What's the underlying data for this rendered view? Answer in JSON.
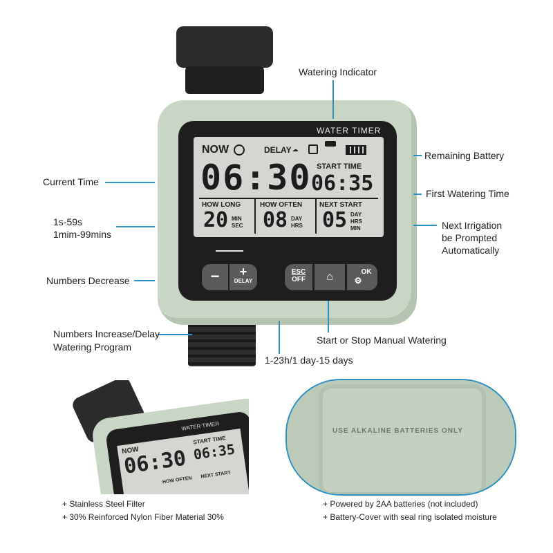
{
  "device": {
    "brand_label": "WATER TIMER",
    "lcd": {
      "now_label": "NOW",
      "delay_label": "DELAY",
      "current_time": "06:30",
      "start_time_label": "START TIME",
      "start_time": "06:35",
      "how_long_label": "HOW LONG",
      "how_long_value": "20",
      "how_long_unit1": "MIN",
      "how_long_unit2": "SEC",
      "how_often_label": "HOW OFTEN",
      "how_often_value": "08",
      "how_often_unit1": "DAY",
      "how_often_unit2": "HRS",
      "next_start_label": "NEXT START",
      "next_start_value": "05",
      "next_start_unit1": "DAY",
      "next_start_unit2": "HRS",
      "next_start_unit3": "MIN"
    },
    "buttons": {
      "minus": "−",
      "plus": "+",
      "delay": "DELAY",
      "esc": "ESC",
      "off": "OFF",
      "ok": "OK"
    }
  },
  "callouts": {
    "watering_indicator": "Watering Indicator",
    "remaining_battery": "Remaining Battery",
    "current_time": "Current Time",
    "first_watering_time": "First Watering Time",
    "range_seconds": "1s-59s",
    "range_minutes": "1mim-99mins",
    "next_irrigation_1": "Next Irrigation",
    "next_irrigation_2": "be Prompted",
    "next_irrigation_3": "Automatically",
    "numbers_decrease": "Numbers Decrease",
    "numbers_increase_1": "Numbers Increase/Delay",
    "numbers_increase_2": "Watering Program",
    "start_stop": "Start or Stop Manual Watering",
    "range_days": "1-23h/1 day-15 days"
  },
  "bottom_left": {
    "bullet_1": "+ Stainless Steel Filter",
    "bullet_2": "+ 30% Reinforced Nylon Fiber Material 30%",
    "mini_brand": "WATER TIMER",
    "mini_now": "NOW",
    "mini_time": "06:30",
    "mini_start_label": "START TIME",
    "mini_start": "06:35",
    "mini_how_often": "HOW OFTEN",
    "mini_next_start": "NEXT START"
  },
  "bottom_right": {
    "cover_text": "USE ALKALINE BATTERIES ONLY",
    "bullet_1": "+ Powered by 2AA batteries (not included)",
    "bullet_2": "+ Battery-Cover with seal ring isolated moisture"
  },
  "colors": {
    "accent_line": "#2a8fc3",
    "device_body": "#c9d6c6",
    "bezel": "#1e1e1e",
    "lcd": "#d4d7d1"
  }
}
